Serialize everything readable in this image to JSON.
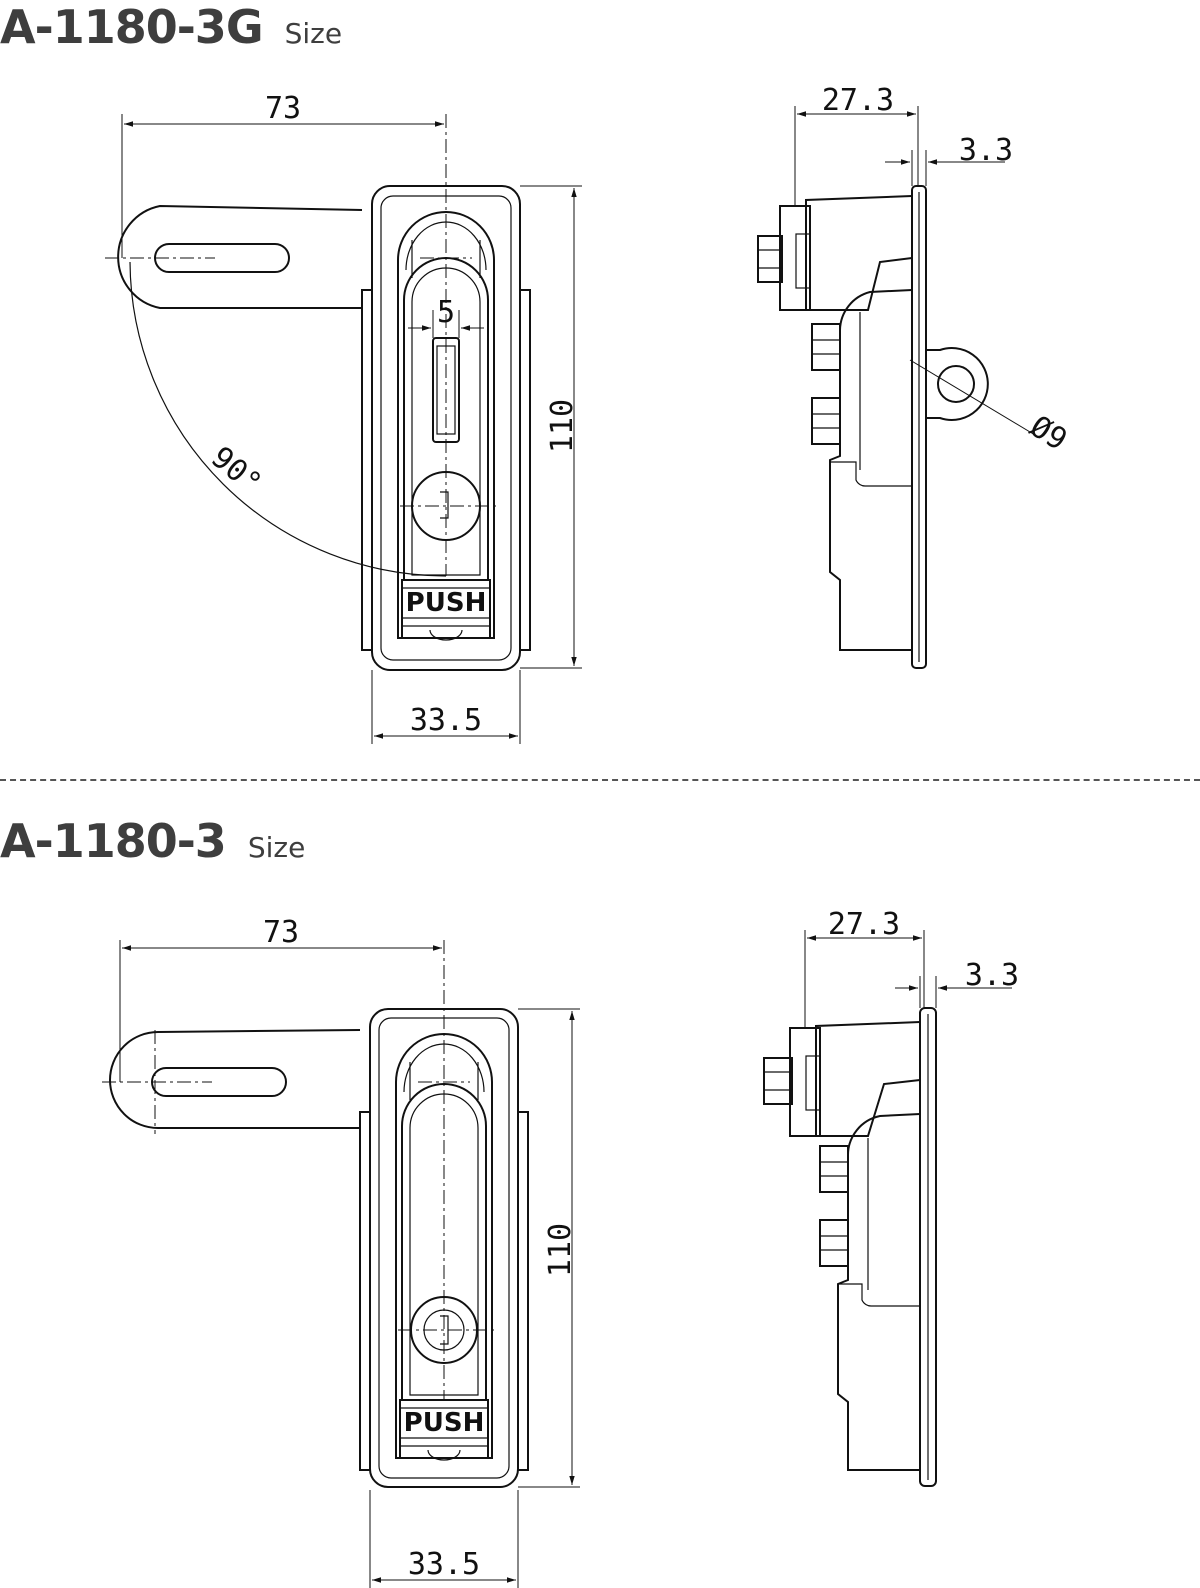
{
  "sections": [
    {
      "model": "A-1180-3G",
      "size_label": "Size",
      "dims": {
        "handle_reach": "73",
        "slot": "5",
        "height": "110",
        "width": "33.5",
        "depth": "27.3",
        "plate": "3.3",
        "hole": "Ø9",
        "angle": "90°"
      },
      "button_text": "PUSH"
    },
    {
      "model": "A-1180-3",
      "size_label": "Size",
      "dims": {
        "handle_reach": "73",
        "height": "110",
        "width": "33.5",
        "depth": "27.3",
        "plate": "3.3"
      },
      "button_text": "PUSH"
    }
  ],
  "colors": {
    "line": "#111111",
    "title": "#3e3e3e"
  }
}
